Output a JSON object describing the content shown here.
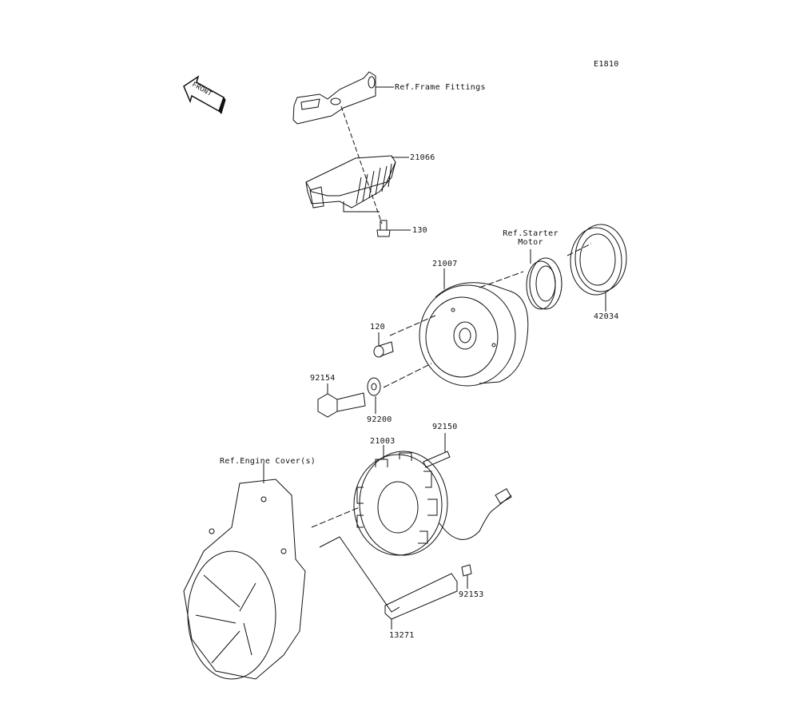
{
  "diagram": {
    "code": "E1810",
    "front_arrow": "FRONT",
    "callouts": {
      "frame_fittings": "Ref.Frame Fittings",
      "regulator": "21066",
      "regulator_bolt": "130",
      "starter_motor_line1": "Ref.Starter",
      "starter_motor_line2": "Motor",
      "rotor": "21007",
      "cover_ring": "42034",
      "rotor_bolt_small": "120",
      "rotor_bolt": "92154",
      "washer": "92200",
      "stator_bolt": "92150",
      "stator": "21003",
      "engine_cover": "Ref.Engine Cover(s)",
      "clamp_bolt": "92153",
      "clamp": "13271"
    }
  }
}
